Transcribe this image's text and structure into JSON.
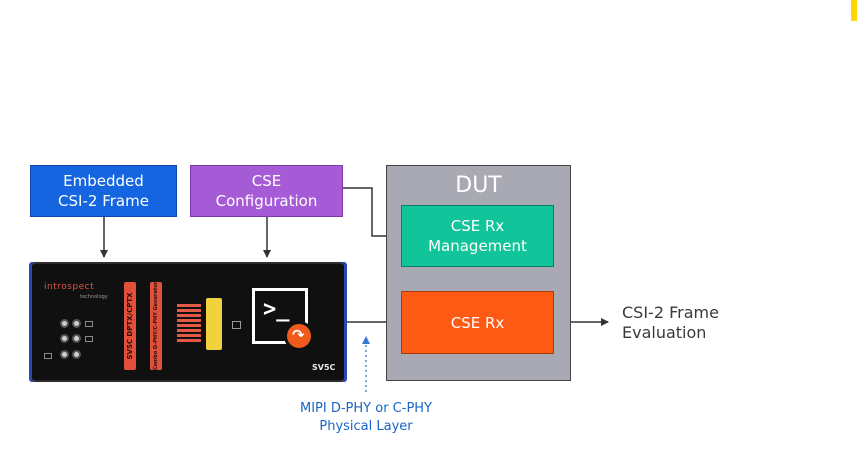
{
  "diagram": {
    "boxes": {
      "embedded": {
        "label": "Embedded\nCSI-2 Frame",
        "color": "#1565e0"
      },
      "cse_config": {
        "label": "CSE\nConfiguration",
        "color": "#a65bd6"
      },
      "dut": {
        "label": "DUT",
        "color": "#a9a9b3"
      },
      "cse_rx_mgmt": {
        "label": "CSE Rx\nManagement",
        "color": "#12c49a"
      },
      "cse_rx": {
        "label": "CSE Rx",
        "color": "#ff5a14"
      }
    },
    "output_label": "CSI-2 Frame\nEvaluation",
    "phy_label": "MIPI D-PHY or C-PHY\nPhysical Layer",
    "phy_label_color": "#1a64c8",
    "device": {
      "brand": "introspect",
      "brand_sub": "technology",
      "label_1": "SV5C DPTX/CPTX",
      "label_2": "Combo D-PHY/C-PHY Generator",
      "model": "SV5C",
      "icons": [
        "terminal-icon",
        "arrow-badge-icon",
        "coax-port-icon",
        "connector-icon"
      ]
    },
    "accent_flag_color": "#ffd600"
  }
}
